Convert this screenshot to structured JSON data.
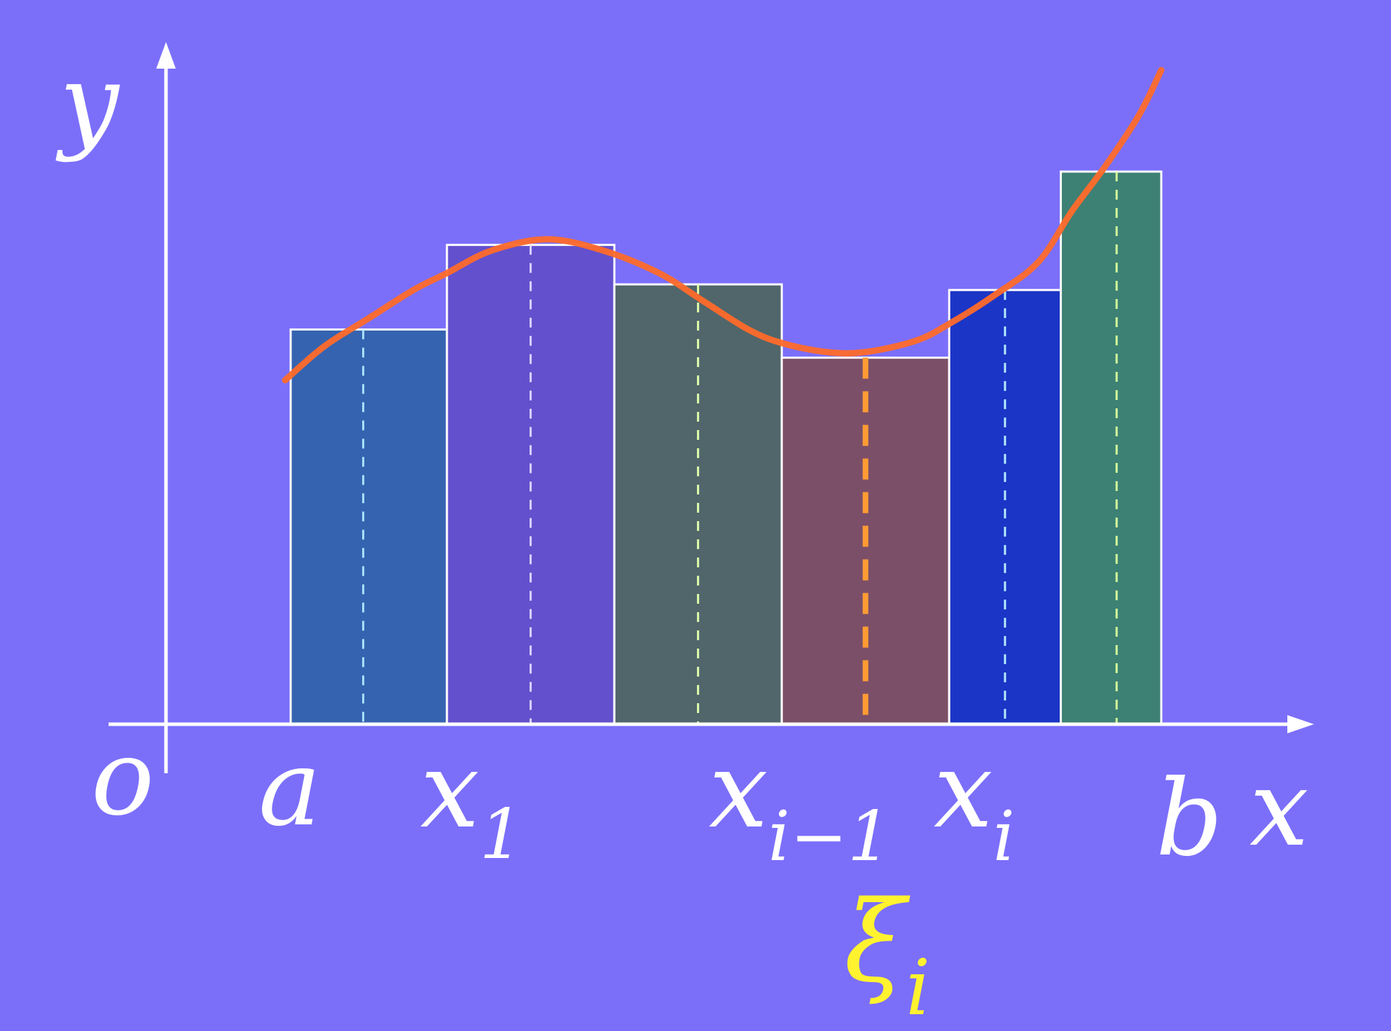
{
  "labels": {
    "y_axis": "y",
    "x_axis": "x",
    "origin": "o",
    "a": "a",
    "x1_main": "x",
    "x1_sub": "1",
    "xim1_main": "x",
    "xim1_sub": "i−1",
    "xi_main": "x",
    "xi_sub": "i",
    "b": "b",
    "xi_sample_main": "ξ",
    "xi_sample_sub": "i"
  },
  "colors": {
    "background": "#7b6ffa",
    "axis": "#ffffff",
    "curve": "#ff6a2a",
    "highlight_sample": "#ff9c33",
    "xi_label": "#fff22f"
  },
  "bars": [
    {
      "name": "subinterval-1",
      "x0": 1.2,
      "x1": 2.6,
      "height": 3.5,
      "sample": 1.85,
      "fill": "#3563b0",
      "line": "#a8e3ff"
    },
    {
      "name": "subinterval-2",
      "x0": 2.6,
      "x1": 4.1,
      "height": 4.25,
      "sample": 3.35,
      "fill": "#6350cd",
      "line": "#ddd3ff"
    },
    {
      "name": "subinterval-3",
      "x0": 4.1,
      "x1": 5.6,
      "height": 3.9,
      "sample": 4.85,
      "fill": "#50666b",
      "line": "#e1ffab"
    },
    {
      "name": "subinterval-i",
      "x0": 5.6,
      "x1": 7.1,
      "height": 3.25,
      "sample": 6.35,
      "fill": "#7c4f68",
      "line": "#ff9c33",
      "highlight": true
    },
    {
      "name": "subinterval-5",
      "x0": 7.1,
      "x1": 8.1,
      "height": 3.85,
      "sample": 7.6,
      "fill": "#1b35c6",
      "line": "#b4ebff"
    },
    {
      "name": "subinterval-6",
      "x0": 8.1,
      "x1": 9.0,
      "height": 4.9,
      "sample": 8.6,
      "fill": "#3d8174",
      "line": "#d4ff9a"
    }
  ],
  "curve": [
    [
      1.15,
      3.05
    ],
    [
      1.5,
      3.35
    ],
    [
      1.9,
      3.6
    ],
    [
      2.3,
      3.85
    ],
    [
      2.6,
      4.0
    ],
    [
      3.0,
      4.2
    ],
    [
      3.5,
      4.3
    ],
    [
      4.0,
      4.2
    ],
    [
      4.5,
      4.0
    ],
    [
      4.9,
      3.75
    ],
    [
      5.3,
      3.5
    ],
    [
      5.6,
      3.38
    ],
    [
      6.0,
      3.3
    ],
    [
      6.35,
      3.3
    ],
    [
      6.8,
      3.4
    ],
    [
      7.1,
      3.55
    ],
    [
      7.5,
      3.8
    ],
    [
      7.9,
      4.1
    ],
    [
      8.2,
      4.55
    ],
    [
      8.5,
      4.95
    ],
    [
      8.8,
      5.4
    ],
    [
      9.0,
      5.8
    ]
  ],
  "axes": {
    "x_range": [
      -1.0,
      10.0
    ],
    "y_range": [
      -0.05,
      6.0
    ]
  }
}
